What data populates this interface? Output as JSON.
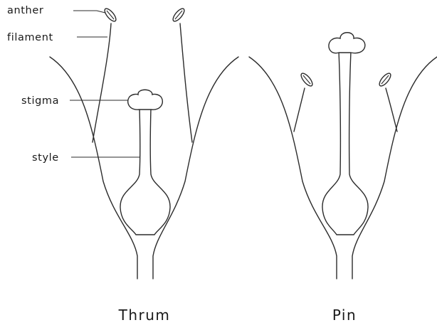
{
  "labels": {
    "anther": "anther",
    "filament": "filament",
    "stigma": "stigma",
    "style": "style"
  },
  "flowers": {
    "thrum": {
      "name": "Thrum"
    },
    "pin": {
      "name": "Pin"
    }
  }
}
